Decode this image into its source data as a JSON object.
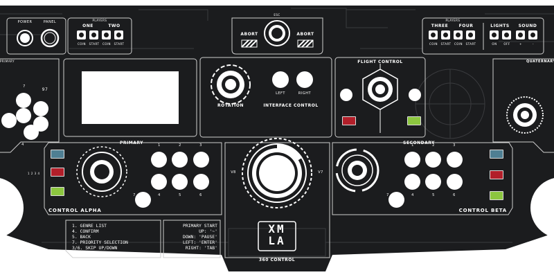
{
  "colors": {
    "panel": "#1b1c1e",
    "line": "#cfcfcf",
    "red": "#b21f2a",
    "green": "#8cc63f",
    "blue": "#4f7f93"
  },
  "top_left": {
    "power": "POWER",
    "panel": "PANEL"
  },
  "players_left": {
    "title": "PLAYERS",
    "groups": [
      "ONE",
      "TWO"
    ],
    "buttons": [
      "COIN",
      "START",
      "COIN",
      "START"
    ]
  },
  "abort": {
    "left": "ABORT",
    "right": "ABORT",
    "esc": "ESC"
  },
  "players_right": {
    "title": "PLAYERS",
    "groups": [
      "THREE",
      "FOUR"
    ],
    "buttons": [
      "COIN",
      "START",
      "COIN",
      "START"
    ]
  },
  "lights_sound": {
    "lights": "LIGHTS",
    "sound": "SOUND",
    "buttons": [
      "ON",
      "OFF",
      "+",
      "-"
    ]
  },
  "left_edge": {
    "title": "PRIMARY",
    "number_a": "7",
    "number_b": "97",
    "number_c": "4"
  },
  "right_edge": {
    "title": "QUATERNARY"
  },
  "center_top": {
    "rotation": "ROTATION",
    "interface": "INTERFACE CONTROL",
    "left": "LEFT",
    "right": "RIGHT"
  },
  "flight": {
    "title": "FLIGHT CONTROL"
  },
  "primary": {
    "title": "PRIMARY",
    "name": "CONTROL ALPHA",
    "nums": [
      "1",
      "2",
      "3",
      "7",
      "4",
      "5",
      "6"
    ]
  },
  "secondary": {
    "title": "SECONDARY",
    "name": "CONTROL BETA",
    "nums": [
      "1",
      "2",
      "3",
      "7",
      "4",
      "5",
      "6"
    ]
  },
  "center": {
    "title": "360 CONTROL",
    "left_tag": "V8",
    "right_tag": "V7",
    "logo_top": "XM",
    "logo_bottom": "LA"
  },
  "menu": {
    "items": [
      "1. GENRE LIST",
      "4. CONFIRM",
      "5. BACK",
      "7. PRIORITY SELECTION",
      "3/6. SKIP UP/DOWN"
    ],
    "side": "1 2 3 4"
  },
  "keys": {
    "items": [
      "PRIMARY START",
      "UP: '~'",
      "DOWN: 'PAUSE'",
      "LEFT: 'ENTER'",
      "RIGHT: 'TAB'"
    ]
  }
}
